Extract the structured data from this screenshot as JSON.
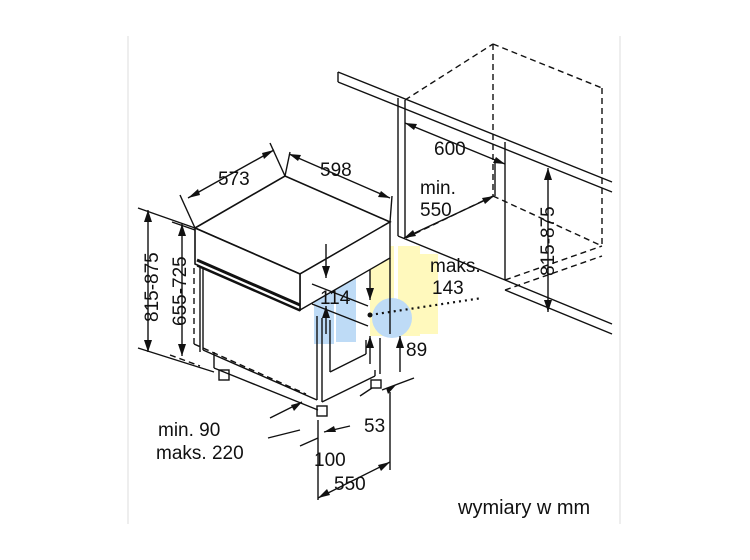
{
  "labels": {
    "depth_573": "573",
    "width_598": "598",
    "niche_600": "600",
    "niche_min": "min.",
    "niche_550": "550",
    "niche_h_815_875": "815-875",
    "maks": "maks.",
    "maks_143": "143",
    "h_114": "114",
    "h_89": "89",
    "d_53": "53",
    "h_815_875": "815-875",
    "h_655_725": "655-725",
    "min_90": "min. 90",
    "maks_220": "maks. 220",
    "d_100": "100",
    "d_550": "550",
    "units_note": "wymiary w mm"
  },
  "colors": {
    "line": "#111111",
    "watermark_blue": "#a9cff3",
    "watermark_yellow": "#fff7a8"
  }
}
